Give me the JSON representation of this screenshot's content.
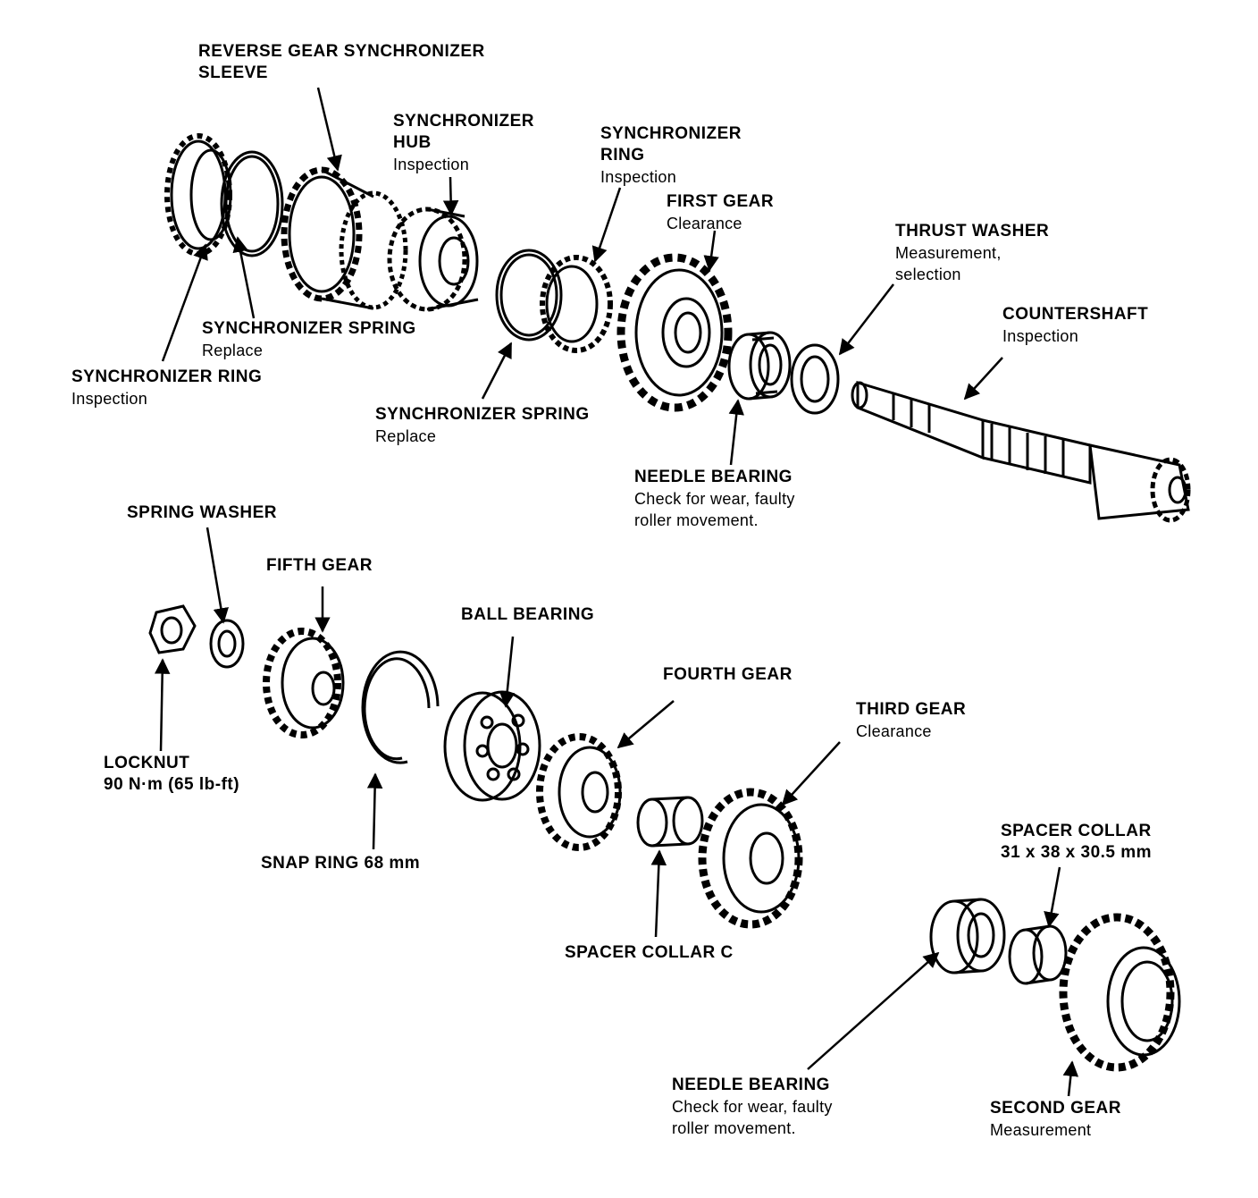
{
  "labels": {
    "reverse_sleeve": {
      "title_1": "REVERSE GEAR SYNCHRONIZER",
      "title_2": "SLEEVE"
    },
    "sync_hub": {
      "title_1": "SYNCHRONIZER",
      "title_2": "HUB",
      "note": "Inspection"
    },
    "sync_ring_top": {
      "title_1": "SYNCHRONIZER",
      "title_2": "RING",
      "note": "Inspection"
    },
    "first_gear": {
      "title": "FIRST GEAR",
      "note": "Clearance"
    },
    "thrust_washer": {
      "title": "THRUST WASHER",
      "note_1": "Measurement,",
      "note_2": "selection"
    },
    "countershaft": {
      "title": "COUNTERSHAFT",
      "note": "Inspection"
    },
    "sync_spring_left": {
      "title": "SYNCHRONIZER SPRING",
      "note": "Replace"
    },
    "sync_ring_left": {
      "title": "SYNCHRONIZER RING",
      "note": "Inspection"
    },
    "sync_spring_mid": {
      "title": "SYNCHRONIZER SPRING",
      "note": "Replace"
    },
    "needle_bearing_top": {
      "title": "NEEDLE BEARING",
      "note_1": "Check for wear, faulty",
      "note_2": "roller movement."
    },
    "spring_washer": {
      "title": "SPRING WASHER"
    },
    "fifth_gear": {
      "title": "FIFTH GEAR"
    },
    "ball_bearing": {
      "title": "BALL BEARING"
    },
    "fourth_gear": {
      "title": "FOURTH GEAR"
    },
    "third_gear": {
      "title": "THIRD GEAR",
      "note": "Clearance"
    },
    "locknut": {
      "title_1": "LOCKNUT",
      "title_2": "90 N·m (65 lb-ft)"
    },
    "snap_ring": {
      "title": "SNAP RING 68 mm"
    },
    "spacer_collar_c": {
      "title": "SPACER COLLAR C"
    },
    "spacer_collar": {
      "title_1": "SPACER COLLAR",
      "title_2": "31 x 38 x 30.5 mm"
    },
    "needle_bearing_bottom": {
      "title": "NEEDLE BEARING",
      "note_1": "Check for wear, faulty",
      "note_2": "roller movement."
    },
    "second_gear": {
      "title": "SECOND GEAR",
      "note": "Measurement"
    }
  }
}
